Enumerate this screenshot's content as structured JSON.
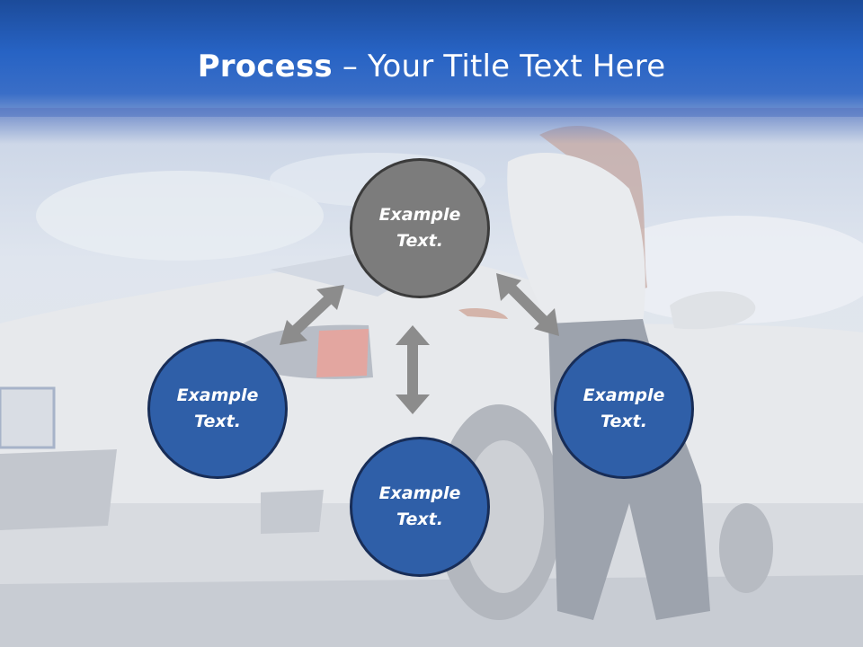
{
  "slide": {
    "title_bold": "Process",
    "title_rest": " – Your Title Text Here",
    "nodes": {
      "top": "Example\nText.",
      "left": "Example\nText.",
      "right": "Example\nText.",
      "bottom": "Example\nText."
    }
  },
  "colors": {
    "header_blue": "#2763c4",
    "node_blue": "#2f5fa8",
    "node_gray": "#7c7c7c",
    "arrow_gray": "#8c8c8c"
  }
}
